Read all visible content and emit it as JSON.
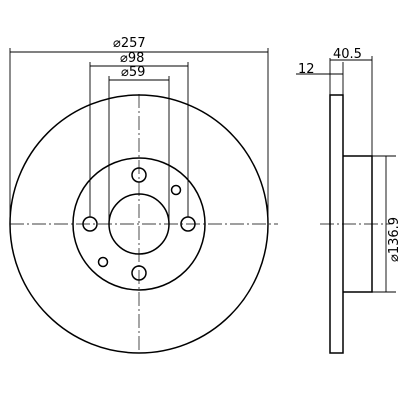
{
  "dimensions": {
    "outer_diameter": "⌀257",
    "bolt_circle_diameter": "⌀98",
    "center_bore_diameter": "⌀59",
    "thickness": "12",
    "height": "40.5",
    "hub_diameter": "⌀136.9"
  },
  "colors": {
    "line": "#000000",
    "background": "#ffffff"
  }
}
